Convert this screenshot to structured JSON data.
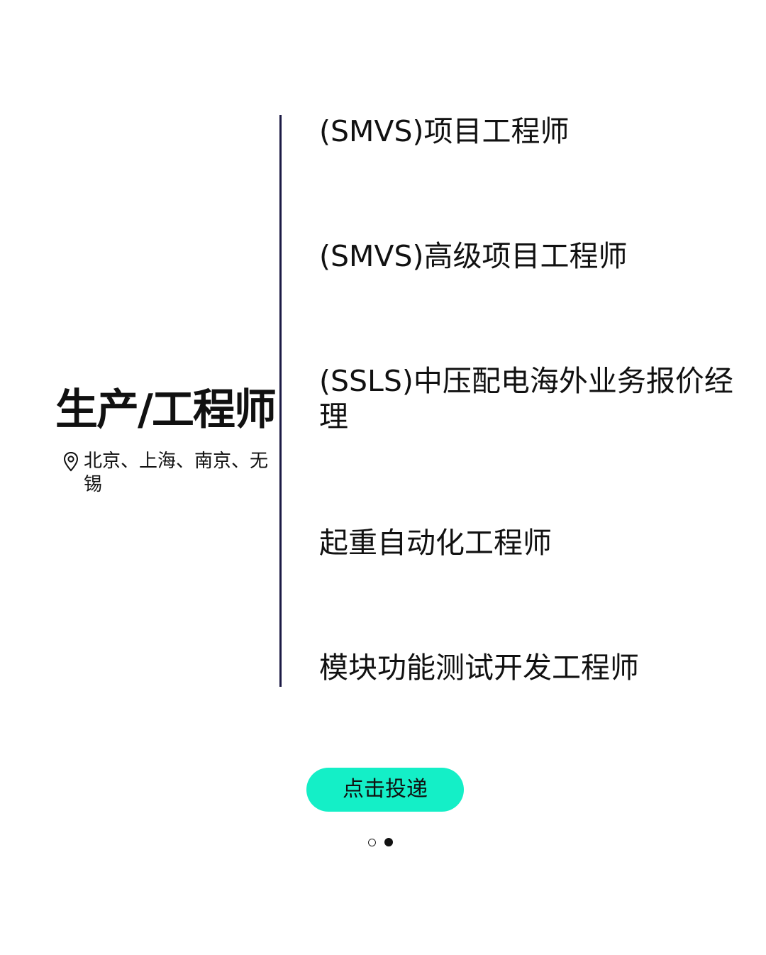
{
  "category": {
    "title": "生产/工程师",
    "location_icon": "location-pin-icon",
    "location": "北京、上海、南京、无锡"
  },
  "jobs": [
    {
      "title": "(SMVS)项目工程师"
    },
    {
      "title": "(SMVS)高级项目工程师"
    },
    {
      "title": "(SSLS)中压配电海外业务报价经理"
    },
    {
      "title": "起重自动化工程师"
    },
    {
      "title": "模块功能测试开发工程师"
    }
  ],
  "apply_button": {
    "label": "点击投递"
  },
  "pager": {
    "total": 2,
    "current": 2
  },
  "colors": {
    "accent": "#14efc7",
    "divider": "#1c1a45",
    "text": "#111111"
  }
}
